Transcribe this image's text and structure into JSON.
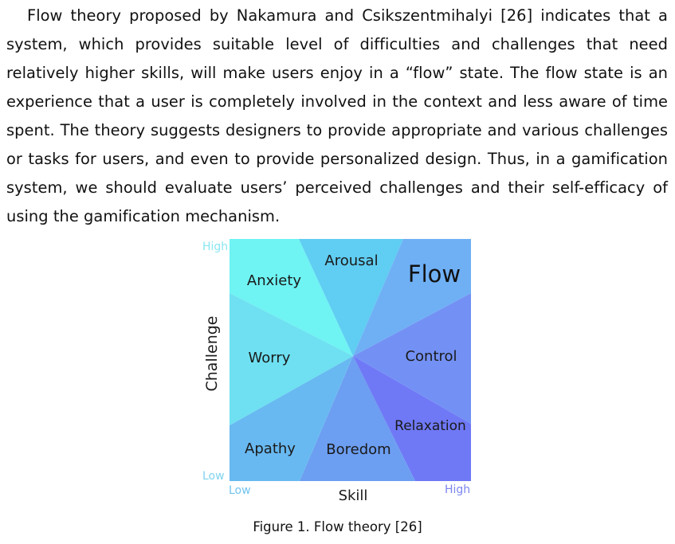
{
  "paragraph": "Flow theory proposed by Nakamura and Csikszentmihalyi [26] indicates that a system, which provides suitable level of difficulties and challenges that need relatively higher skills, will make users enjoy in a “flow” state. The flow state is an experience that a user is completely involved in the context and less aware of time spent. The theory suggests designers to provide appropriate and various challenges or tasks for users, and even to provide personalized design. Thus, in a gamification system, we should evaluate users’ perceived challenges and their self-efficacy of using the gamification mechanism.",
  "figure": {
    "caption": "Figure 1. Flow theory [26]",
    "y_axis": {
      "label": "Challenge",
      "high": "High",
      "low": "Low"
    },
    "x_axis": {
      "label": "Skill",
      "low": "Low",
      "high": "High"
    },
    "regions": [
      {
        "key": "anxiety",
        "label": "Anxiety",
        "color": "#6ff3f3"
      },
      {
        "key": "arousal",
        "label": "Arousal",
        "color": "#60cdf2"
      },
      {
        "key": "flow",
        "label": "Flow",
        "color": "#6fb0f5"
      },
      {
        "key": "control",
        "label": "Control",
        "color": "#7391f4"
      },
      {
        "key": "relaxation",
        "label": "Relaxation",
        "color": "#6f79f6"
      },
      {
        "key": "boredom",
        "label": "Boredom",
        "color": "#6c9ef1"
      },
      {
        "key": "apathy",
        "label": "Apathy",
        "color": "#68b9f1"
      },
      {
        "key": "worry",
        "label": "Worry",
        "color": "#6ee0f1"
      }
    ],
    "colors": {
      "axis_high_y": "#8be6f2",
      "axis_low_y": "#7fd4f0",
      "axis_low_x": "#72c4ef",
      "axis_high_x": "#7c86f0"
    }
  }
}
